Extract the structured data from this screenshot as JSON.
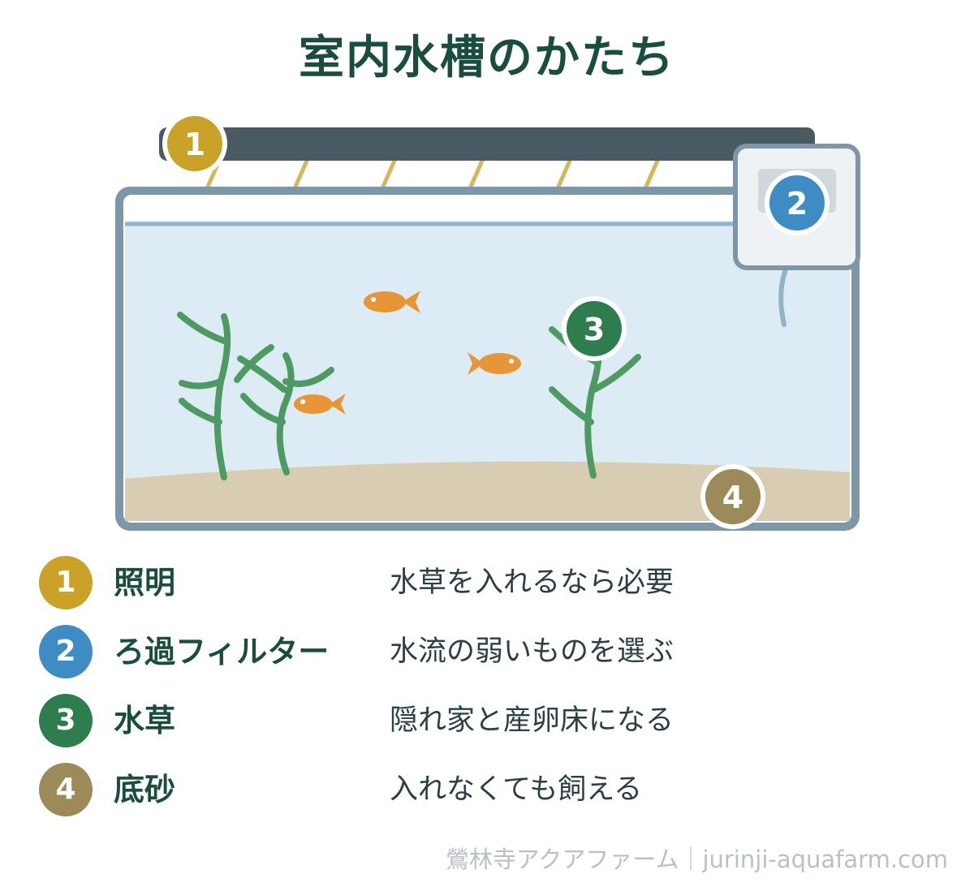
{
  "title": "室内水槽のかたち",
  "colors": {
    "badge1": "#c9a227",
    "badge2": "#3f8bc4",
    "badge3": "#2e7d4f",
    "badge4": "#9c8a58",
    "water": "#dcebf4",
    "sand": "#d8ccb2",
    "frame": "#7d97a8",
    "light_bar": "#4a5a63",
    "plant": "#4e9a63",
    "fish": "#e89537"
  },
  "diagram": {
    "markers": [
      "1",
      "2",
      "3",
      "4"
    ]
  },
  "legend": [
    {
      "num": "1",
      "name": "照明",
      "desc": "水草を入れるなら必要"
    },
    {
      "num": "2",
      "name": "ろ過フィルター",
      "desc": "水流の弱いものを選ぶ"
    },
    {
      "num": "3",
      "name": "水草",
      "desc": "隠れ家と産卵床になる"
    },
    {
      "num": "4",
      "name": "底砂",
      "desc": "入れなくても飼える"
    }
  ],
  "footer": "鶯林寺アクアファーム｜jurinji-aquafarm.com"
}
